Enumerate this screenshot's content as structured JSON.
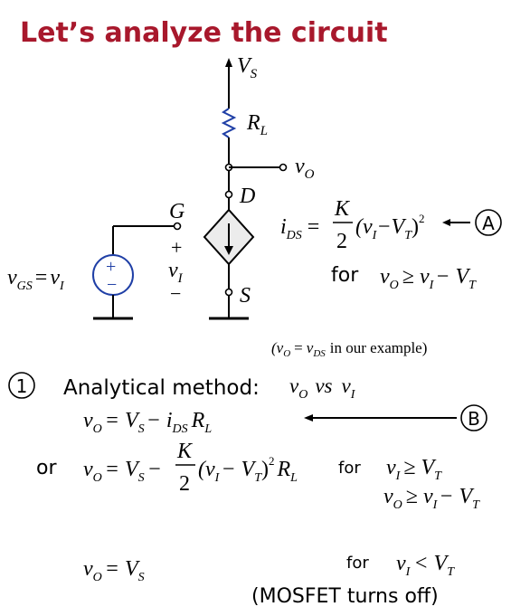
{
  "title": "Let’s analyze the circuit",
  "circuit": {
    "vs": {
      "main": "V",
      "sub": "S"
    },
    "rl": {
      "main": "R",
      "sub": "L"
    },
    "vo": {
      "main": "v",
      "sub": "O"
    },
    "drain": "D",
    "gate": "G",
    "source": "S",
    "vi_plus": "+",
    "vi": {
      "main": "v",
      "sub": "I"
    },
    "vi_minus": "−",
    "vgs": {
      "main": "v",
      "sub": "GS",
      "eq": "=",
      "rhs": "v",
      "rhs_sub": "I"
    },
    "src_plus": "+",
    "src_minus": "−"
  },
  "eq_a": {
    "i": "i",
    "i_sub": "DS",
    "eq": "=",
    "num": "K",
    "den": "2",
    "paren_open": "(v",
    "vi_sub": "I",
    "minus": "−V",
    "vt_sub": "T",
    "paren_close": ")",
    "sq": "2",
    "marker": "A",
    "cond_for": "for",
    "cond": "v",
    "cond_sub": "O",
    "cond_ge": "≥ v",
    "cond_i": "I",
    "cond_mvt": "− V",
    "cond_t": "T"
  },
  "note": {
    "open": "(v",
    "o_sub": "O",
    "eq": "=",
    "vds": "v",
    "ds_sub": "DS",
    "rest": "in our example)"
  },
  "method": {
    "number": "1",
    "label": "Analytical method:",
    "vo": "v",
    "vo_sub": "O",
    "vs": "vs",
    "vi": "v",
    "vi_sub": "I"
  },
  "eq_b": {
    "lhs": "v",
    "lhs_sub": "O",
    "eq": "= V",
    "vs_sub": "S",
    "minus": "− i",
    "ids_sub": "DS",
    "r": "R",
    "r_sub": "L",
    "marker": "B"
  },
  "eq_or": {
    "or": "or",
    "lhs": "v",
    "lhs_sub": "O",
    "eq": "= V",
    "vs_sub": "S",
    "minus": "−",
    "num": "K",
    "den": "2",
    "paren": "(v",
    "vi_sub": "I",
    "mvt": "− V",
    "vt_sub": "T",
    "close": ")",
    "sq": "2",
    "r": "R",
    "r_sub": "L",
    "cond_for": "for",
    "c1": "v",
    "c1_sub": "I",
    "c1_ge": "≥ V",
    "c1_t": "T",
    "c2": "v",
    "c2_sub": "O",
    "c2_ge": "≥ v",
    "c2_i": "I",
    "c2_mvt": "− V",
    "c2_t": "T"
  },
  "eq_off": {
    "lhs": "v",
    "lhs_sub": "O",
    "eq": "= V",
    "vs_sub": "S",
    "cond_for": "for",
    "c": "v",
    "c_sub": "I",
    "c_lt": "< V",
    "c_t": "T",
    "note": "(MOSFET turns off)"
  }
}
